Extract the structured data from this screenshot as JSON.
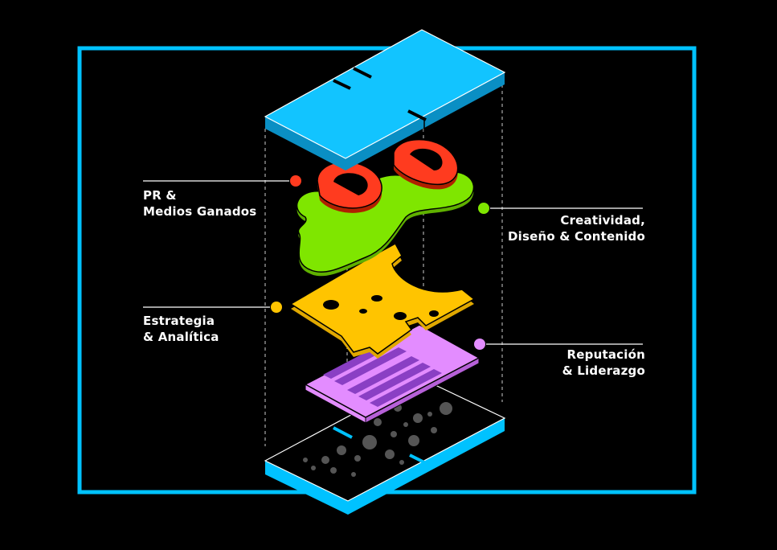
{
  "colors": {
    "background": "#000000",
    "frame": "#00c2ff",
    "top_slab": "#12c4ff",
    "pr_layer": "#ff3b1f",
    "creative_layer": "#7fe600",
    "strategy_layer": "#ffc400",
    "reputation_layer": "#e38cff",
    "reputation_slots": "#8a3fc4",
    "base_dots": "#555555",
    "guide_lines": "#ffffff"
  },
  "labels": {
    "pr": {
      "line1": "PR &",
      "line2": "Medios Ganados",
      "dot_color": "#ff3b1f"
    },
    "creative": {
      "line1": "Creatividad,",
      "line2": "Diseño & Contenido",
      "dot_color": "#7fe600"
    },
    "strategy": {
      "line1": "Estrategia",
      "line2": "& Analítica",
      "dot_color": "#ffc400"
    },
    "reputation": {
      "line1": "Reputación",
      "line2": "& Liderazgo",
      "dot_color": "#e38cff"
    }
  }
}
